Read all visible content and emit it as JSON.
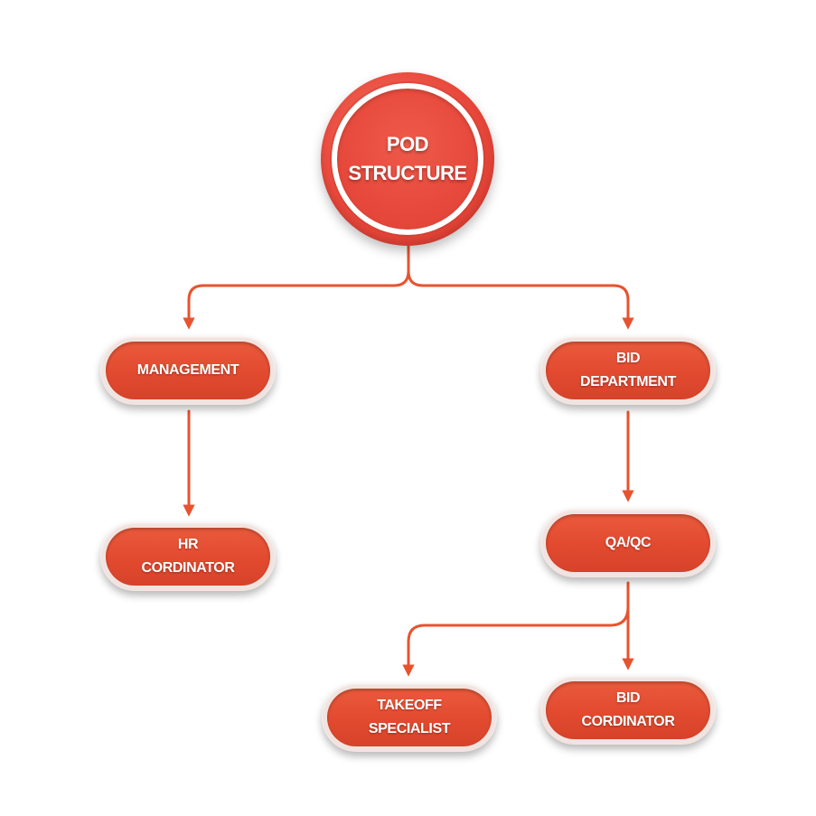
{
  "root": {
    "line1": "POD",
    "line2": "STRUCTURE"
  },
  "nodes": {
    "management": {
      "line1": "MANAGEMENT"
    },
    "bid_department": {
      "line1": "BID",
      "line2": "DEPARTMENT"
    },
    "hr_cordinator": {
      "line1": "HR",
      "line2": "CORDINATOR"
    },
    "qa_qc": {
      "line1": "QA/QC"
    },
    "takeoff_specialist": {
      "line1": "TAKEOFF",
      "line2": "SPECIALIST"
    },
    "bid_cordinator": {
      "line1": "BID",
      "line2": "CORDINATOR"
    }
  },
  "colors": {
    "connector": "#e8532f",
    "node_fill": "#e24a2f",
    "root_fill": "#e8473a",
    "border": "#f1e4e0"
  }
}
